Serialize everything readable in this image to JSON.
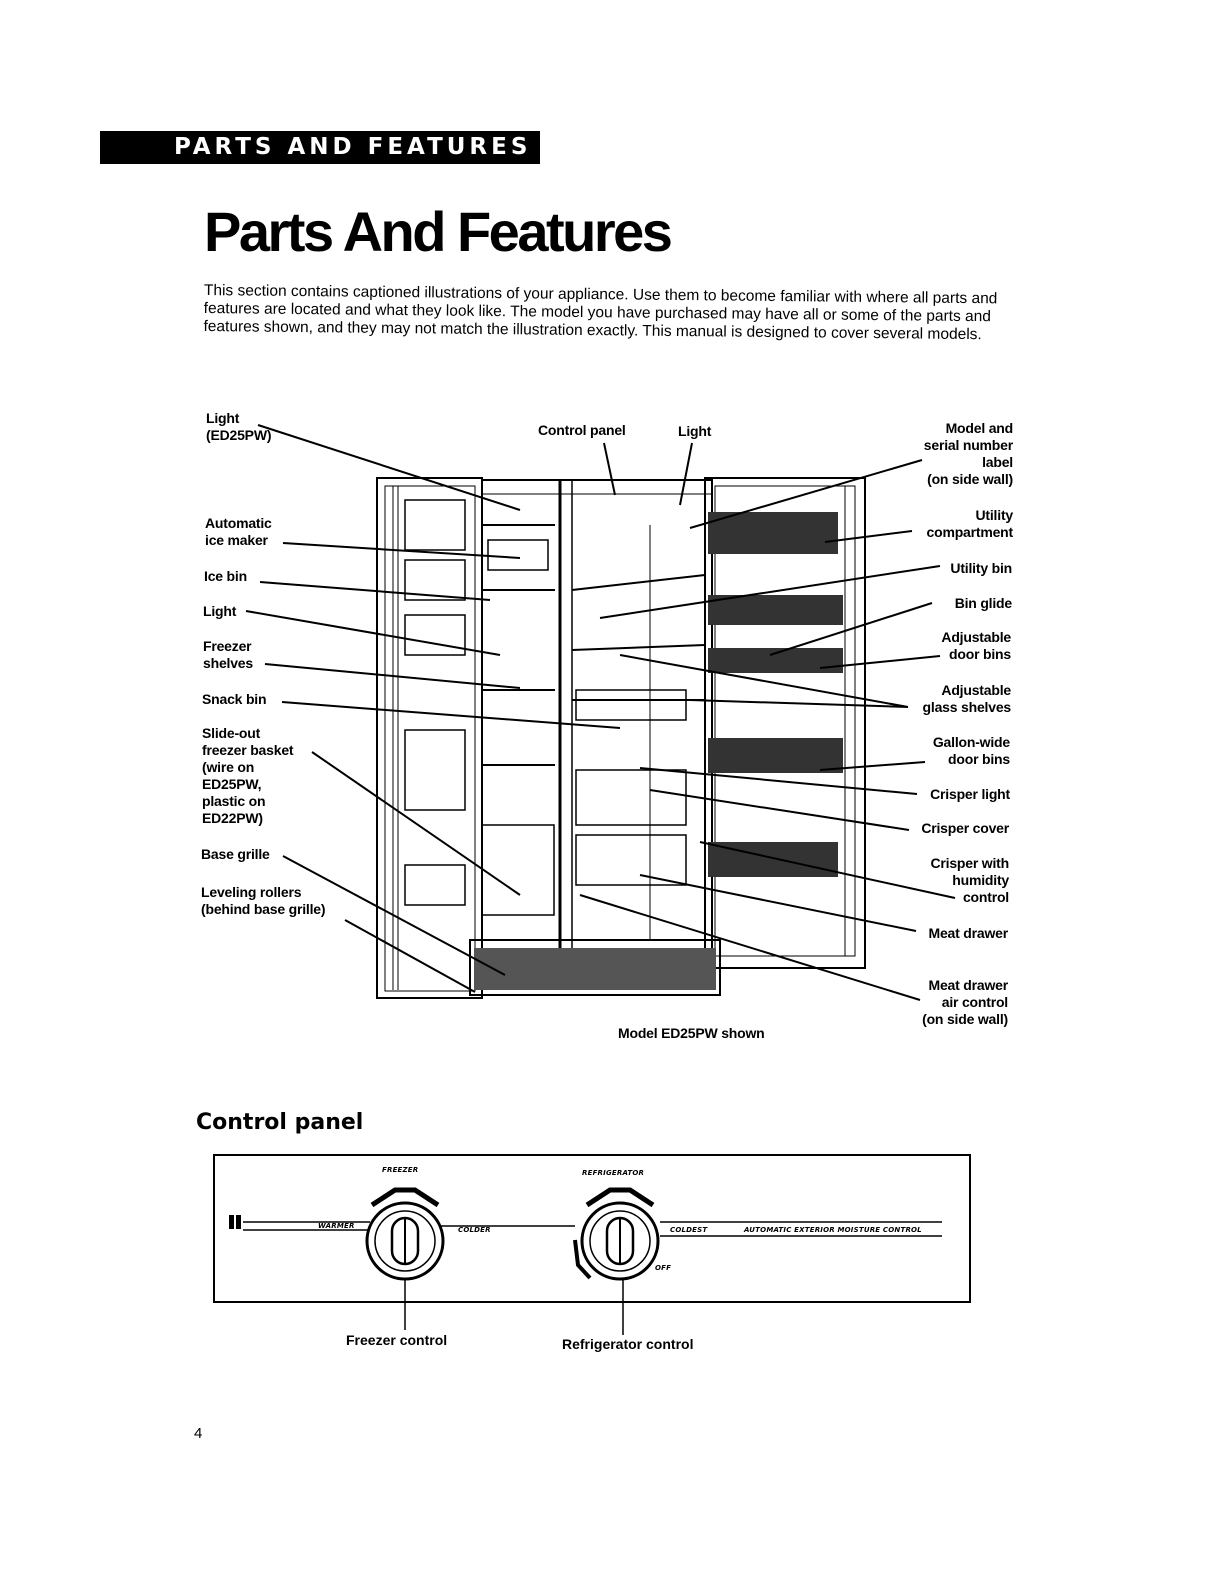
{
  "header": {
    "banner": "PARTS AND FEATURES"
  },
  "page": {
    "title": "Parts And Features",
    "intro": "This section contains captioned illustrations of your appliance. Use them to become familiar with where all parts and features are located and what they look like. The model you have purchased may have all or some of the parts and features shown, and they may not match the illustration exactly. This manual is designed to cover several models.",
    "page_number": "4"
  },
  "diagram": {
    "labels_left": {
      "light_ed25pw": "Light\n(ED25PW)",
      "automatic_ice_maker": "Automatic\nice maker",
      "ice_bin": "Ice bin",
      "light": "Light",
      "freezer_shelves": "Freezer\nshelves",
      "snack_bin": "Snack bin",
      "slide_out_basket": "Slide-out\nfreezer basket\n(wire on\nED25PW,\nplastic on\nED22PW)",
      "base_grille": "Base grille",
      "leveling_rollers": "Leveling rollers\n(behind base grille)"
    },
    "labels_top": {
      "control_panel": "Control panel",
      "light": "Light"
    },
    "labels_right": {
      "model_serial": "Model and\nserial number\nlabel\n(on side wall)",
      "utility_compartment": "Utility\ncompartment",
      "utility_bin": "Utility bin",
      "bin_glide": "Bin glide",
      "adjustable_door_bins": "Adjustable\ndoor bins",
      "adjustable_glass_shelves": "Adjustable\nglass shelves",
      "gallon_wide_door_bins": "Gallon-wide\ndoor bins",
      "crisper_light": "Crisper light",
      "crisper_cover": "Crisper cover",
      "crisper_humidity": "Crisper with\nhumidity\ncontrol",
      "meat_drawer": "Meat drawer",
      "meat_drawer_air": "Meat drawer\nair control\n(on side wall)"
    },
    "caption": "Model ED25PW shown"
  },
  "control_panel": {
    "heading": "Control panel",
    "freezer_title": "FREEZER",
    "refrigerator_title": "REFRIGERATOR",
    "warmer": "WARMER",
    "colder": "COLDER",
    "coldest": "COLDEST",
    "off": "OFF",
    "moisture_control": "AUTOMATIC EXTERIOR MOISTURE CONTROL",
    "freezer_control": "Freezer control",
    "refrigerator_control": "Refrigerator control"
  }
}
